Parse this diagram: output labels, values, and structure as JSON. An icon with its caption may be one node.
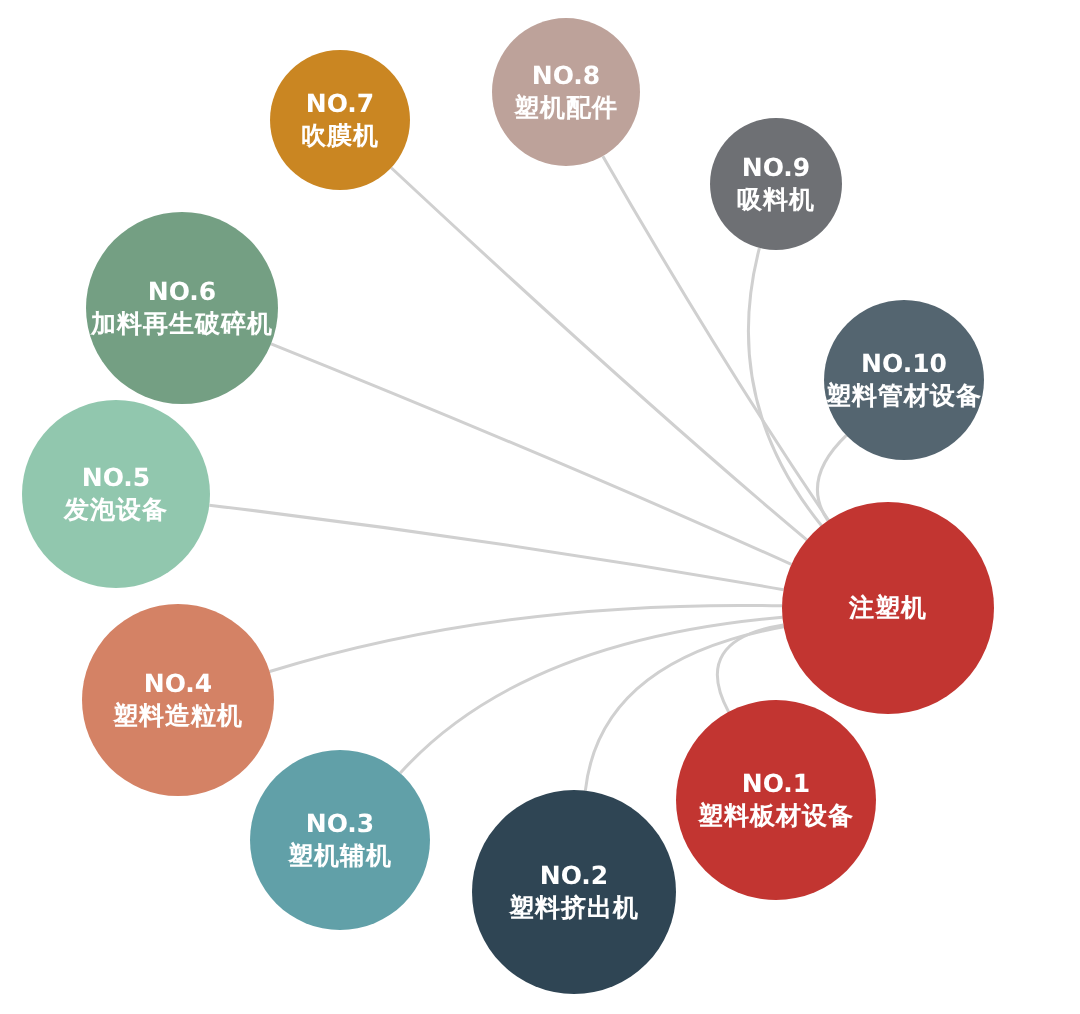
{
  "diagram": {
    "nodes": [
      {
        "text": [
          "注塑机"
        ]
      },
      {
        "text": [
          "NO.1",
          "塑料板材设备"
        ]
      },
      {
        "text": [
          "NO.2",
          "塑料挤出机"
        ]
      },
      {
        "text": [
          "NO.3",
          "塑机辅机"
        ]
      },
      {
        "text": [
          "NO.4",
          "塑料造粒机"
        ]
      },
      {
        "text": [
          "NO.5",
          "发泡设备"
        ]
      },
      {
        "text": [
          "NO.6",
          "加料再生破碎机"
        ]
      },
      {
        "text": [
          "NO.7",
          "吹膜机"
        ]
      },
      {
        "text": [
          "NO.8",
          "塑机配件"
        ]
      },
      {
        "text": [
          "NO.9",
          "吸料机"
        ]
      },
      {
        "text": [
          "NO.10",
          "塑料管材设备"
        ]
      }
    ],
    "edges": [
      {
        "from": 0,
        "to": 1,
        "arrow": "none"
      },
      {
        "from": 0,
        "to": 2,
        "arrow": "none"
      },
      {
        "from": 0,
        "to": 3,
        "arrow": "none"
      },
      {
        "from": 0,
        "to": 4,
        "arrow": "none"
      },
      {
        "from": 0,
        "to": 5,
        "arrow": "none"
      },
      {
        "from": 0,
        "to": 6,
        "arrow": "none"
      },
      {
        "from": 0,
        "to": 7,
        "arrow": "none"
      },
      {
        "from": 0,
        "to": 8,
        "arrow": "none"
      },
      {
        "from": 0,
        "to": 9,
        "arrow": "none"
      },
      {
        "from": 0,
        "to": 10,
        "arrow": "none"
      }
    ]
  }
}
